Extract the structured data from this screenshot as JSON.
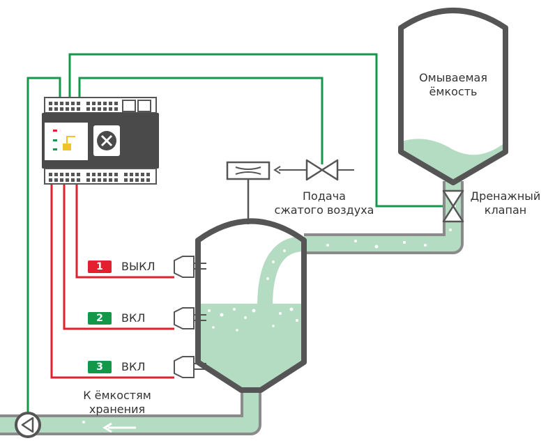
{
  "labels": {
    "tank_top": "Омываемая\nёмкость",
    "air_supply": "Подача\nсжатого воздуха",
    "drain_valve": "Дренажный\nклапан",
    "storage": "К ёмкостям\nхранения"
  },
  "sensors": [
    {
      "num": "1",
      "state": "ВЫКЛ",
      "color": "#e2202e"
    },
    {
      "num": "2",
      "state": "ВКЛ",
      "color": "#139748"
    },
    {
      "num": "3",
      "state": "ВКЛ",
      "color": "#139748"
    }
  ],
  "colors": {
    "signal_green": "#139748",
    "signal_red": "#e2202e",
    "liquid": "#b4dcc2",
    "vessel_outline": "#555555",
    "pipe_outline": "#8a8a8a"
  }
}
